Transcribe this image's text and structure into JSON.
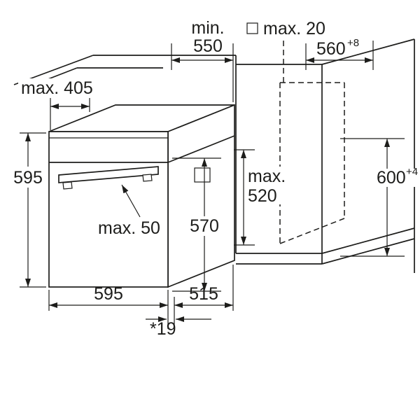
{
  "colors": {
    "line": "#1d1d1b",
    "background": "#ffffff"
  },
  "labels": {
    "min550": {
      "line1": "min.",
      "line2": "550"
    },
    "max20": {
      "text": "max. 20"
    },
    "d560": {
      "value": "560",
      "tolerance": "+8"
    },
    "max405": {
      "text": "max. 405"
    },
    "h595": {
      "value": "595"
    },
    "max520": {
      "line1": "max.",
      "line2": "520"
    },
    "d600": {
      "value": "600",
      "tolerance": "+4"
    },
    "max50": {
      "text": "max. 50"
    },
    "d570": {
      "value": "570"
    },
    "w595": {
      "value": "595"
    },
    "d515": {
      "value": "515"
    },
    "star19": {
      "text": "*19"
    }
  }
}
